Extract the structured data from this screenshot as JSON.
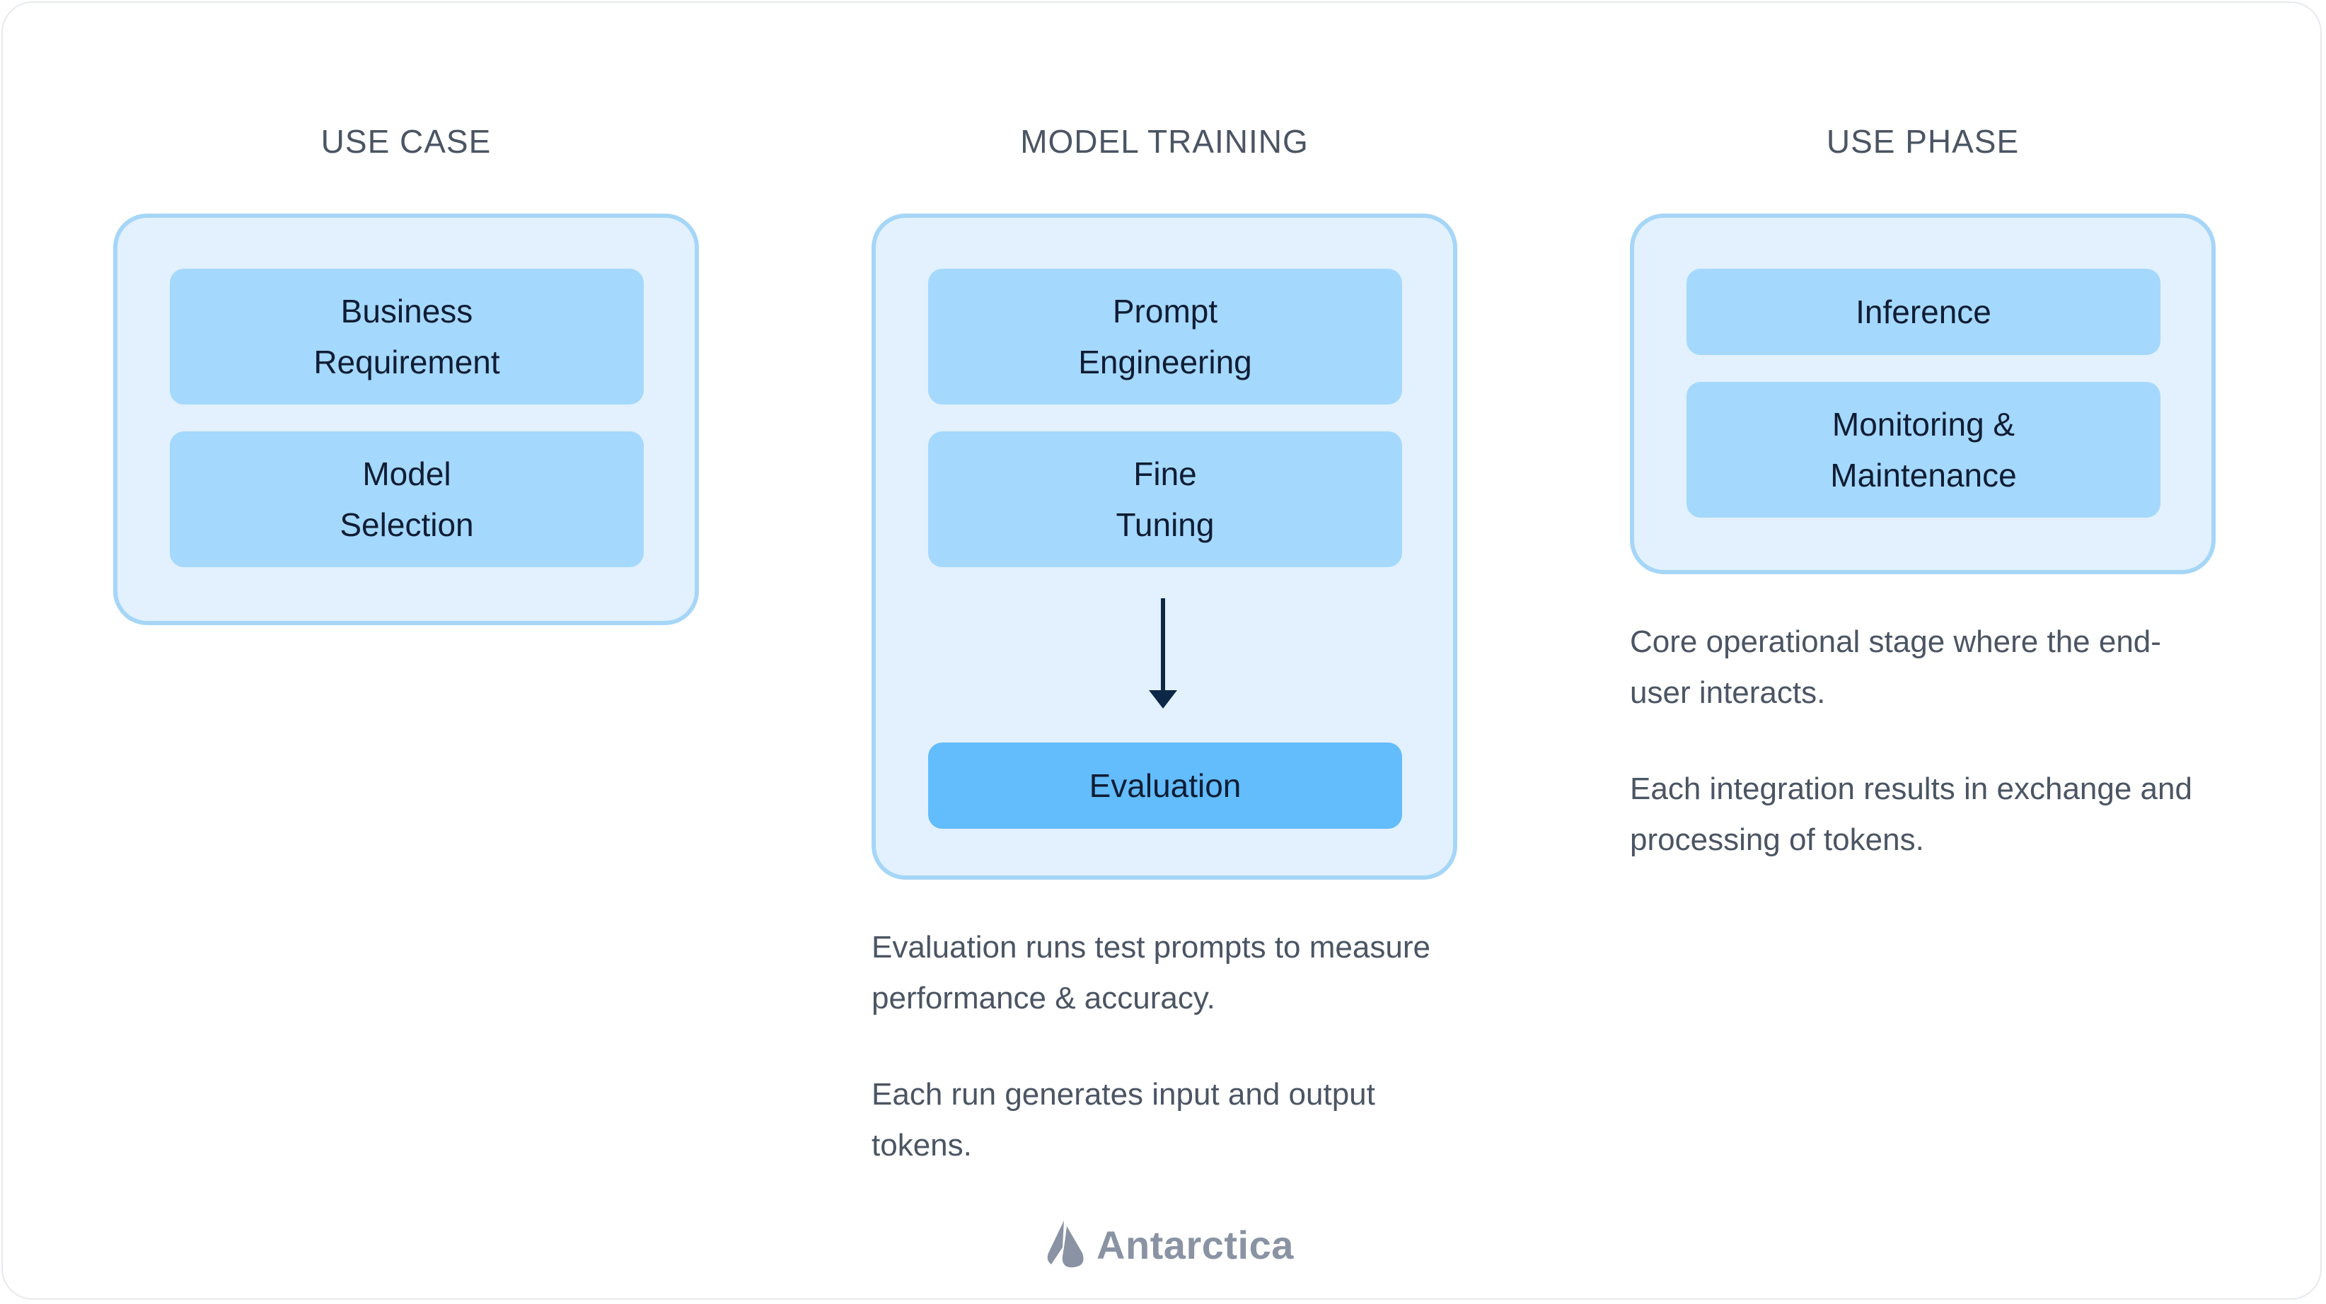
{
  "columns": [
    {
      "title": "USE CASE",
      "steps": [
        "Business\nRequirement",
        "Model\nSelection"
      ]
    },
    {
      "title": "MODEL TRAINING",
      "steps": [
        "Prompt\nEngineering",
        "Fine\nTuning",
        "Evaluation"
      ],
      "notes": [
        "Evaluation runs test prompts to measure performance & accuracy.",
        "Each run generates input and output tokens."
      ]
    },
    {
      "title": "USE PHASE",
      "steps": [
        "Inference",
        "Monitoring &\nMaintenance"
      ],
      "notes": [
        "Core operational stage where the end-user interacts.",
        "Each integration results in exchange and processing of tokens."
      ]
    }
  ],
  "brand": {
    "name": "Antarctica",
    "logo_icon": "antarctica-logo-icon"
  },
  "colors": {
    "stage_bg": "#e2f1fd",
    "stage_border": "#a6d6f7",
    "step_bg": "#a5d8fd",
    "step_highlight": "#63bcfc",
    "arrow": "#0d2747",
    "text": "#4b5563"
  }
}
